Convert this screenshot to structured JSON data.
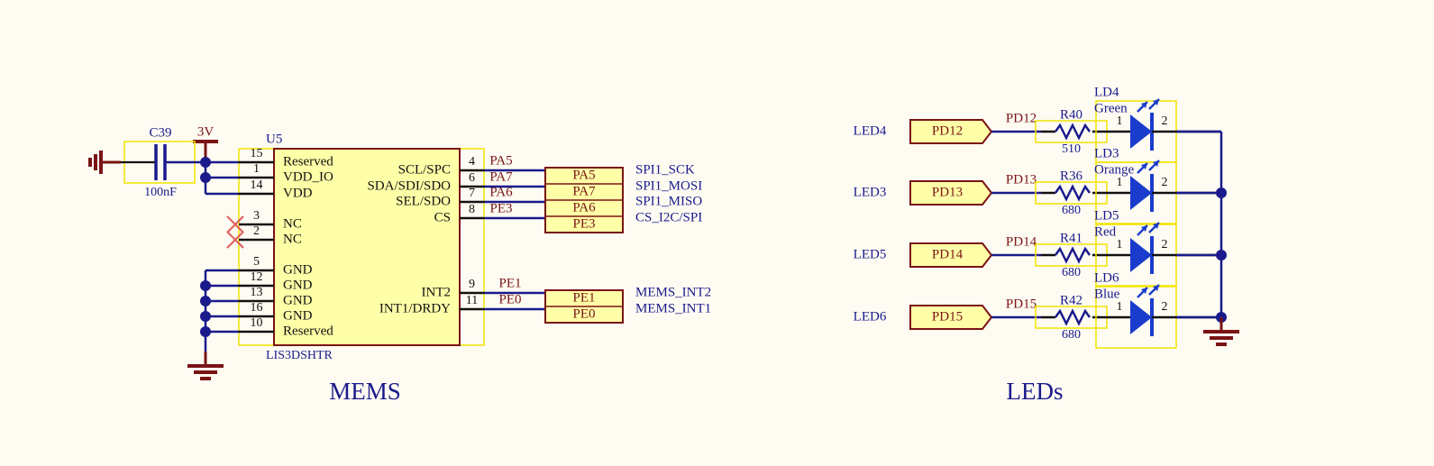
{
  "sheet": {
    "background": "#fdfbf2",
    "colors": {
      "wire": "#1a1a8c",
      "pin_line": "#111111",
      "body_fill": "#ffffa8",
      "body_border": "#7a1414",
      "outline": "#f2e500",
      "power": "#7a1414",
      "text_blue": "#1a1a8c",
      "text_red": "#7a1414",
      "led_blue": "#1a3ccc"
    }
  },
  "mems": {
    "title": "MEMS",
    "component": {
      "designator": "U5",
      "part": "LIS3DSHTR"
    },
    "power": {
      "label": "3V"
    },
    "capacitor": {
      "designator": "C39",
      "value": "100nF"
    },
    "left_pins": [
      {
        "number": "15",
        "name": "Reserved",
        "connected": true
      },
      {
        "number": "1",
        "name": "VDD_IO",
        "connected": true
      },
      {
        "number": "14",
        "name": "VDD",
        "connected": true
      },
      {
        "number": "3",
        "name": "NC",
        "connected": false
      },
      {
        "number": "2",
        "name": "NC",
        "connected": false
      },
      {
        "number": "5",
        "name": "GND",
        "connected": true
      },
      {
        "number": "12",
        "name": "GND",
        "connected": true
      },
      {
        "number": "13",
        "name": "GND",
        "connected": true
      },
      {
        "number": "16",
        "name": "GND",
        "connected": true
      },
      {
        "number": "10",
        "name": "Reserved",
        "connected": true
      }
    ],
    "right_pins": [
      {
        "number": "4",
        "name": "SCL/SPC",
        "net": "PA5",
        "signal": "SPI1_SCK"
      },
      {
        "number": "6",
        "name": "SDA/SDI/SDO",
        "net": "PA7",
        "signal": "SPI1_MOSI"
      },
      {
        "number": "7",
        "name": "SEL/SDO",
        "net": "PA6",
        "signal": "SPI1_MISO"
      },
      {
        "number": "8",
        "name": "CS",
        "net": "PE3",
        "signal": "CS_I2C/SPI"
      },
      {
        "number": "9",
        "name": "INT2",
        "net": "PE1",
        "signal": "MEMS_INT2"
      },
      {
        "number": "11",
        "name": "INT1/DRDY",
        "net": "PE0",
        "signal": "MEMS_INT1"
      }
    ],
    "net_block_top": [
      "PA5",
      "PA7",
      "PA6",
      "PE3"
    ],
    "net_block_bottom": [
      "PE1",
      "PE0"
    ]
  },
  "leds": {
    "title": "LEDs",
    "rows": [
      {
        "name": "LED4",
        "port": "PD12",
        "net": "PD12",
        "resistor": {
          "designator": "R40",
          "value": "510"
        },
        "led": {
          "designator": "LD4",
          "color": "Green",
          "pin_a": "1",
          "pin_k": "2"
        }
      },
      {
        "name": "LED3",
        "port": "PD13",
        "net": "PD13",
        "resistor": {
          "designator": "R36",
          "value": "680"
        },
        "led": {
          "designator": "LD3",
          "color": "Orange",
          "pin_a": "1",
          "pin_k": "2"
        }
      },
      {
        "name": "LED5",
        "port": "PD14",
        "net": "PD14",
        "resistor": {
          "designator": "R41",
          "value": "680"
        },
        "led": {
          "designator": "LD5",
          "color": "Red",
          "pin_a": "1",
          "pin_k": "2"
        }
      },
      {
        "name": "LED6",
        "port": "PD15",
        "net": "PD15",
        "resistor": {
          "designator": "R42",
          "value": "680"
        },
        "led": {
          "designator": "LD6",
          "color": "Blue",
          "pin_a": "1",
          "pin_k": "2"
        }
      }
    ]
  }
}
